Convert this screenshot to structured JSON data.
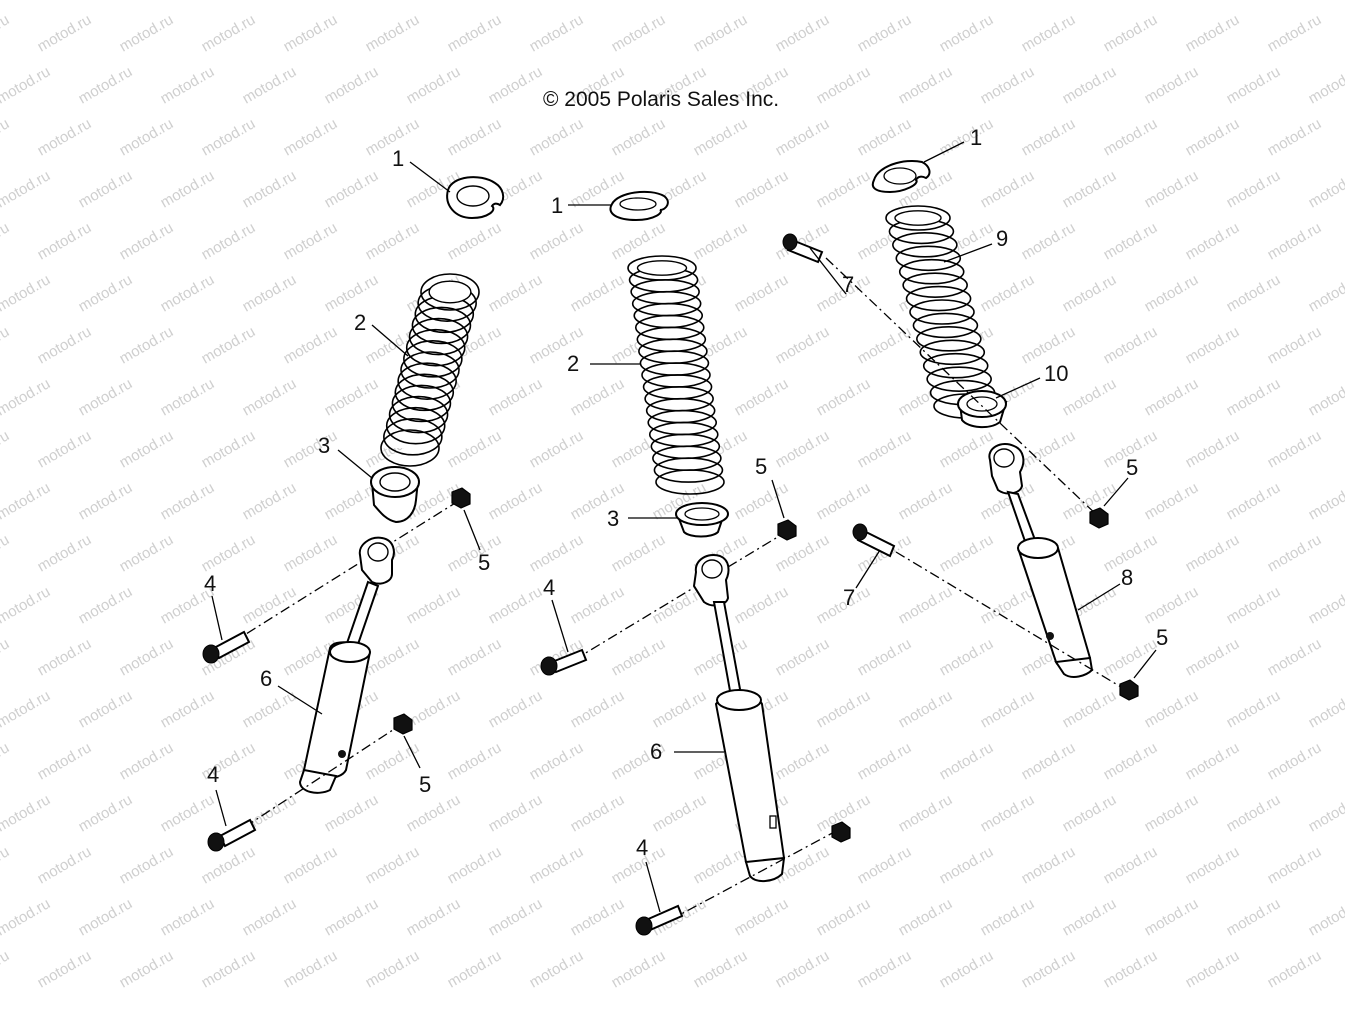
{
  "copyright": "© 2005 Polaris Sales Inc.",
  "watermark": {
    "text": "motod.ru",
    "color": "#cfcfcf"
  },
  "callouts": {
    "left_retainer": "1",
    "center_retainer": "1",
    "right_retainer": "1",
    "left_spring": "2",
    "center_spring": "2",
    "left_adjuster": "3",
    "center_adjuster": "3",
    "left_bolt_upper": "4",
    "left_bolt_lower": "4",
    "center_bolt_upper": "4",
    "center_bolt_lower": "4",
    "left_nut_upper": "5",
    "left_nut_lower": "5",
    "center_nut_upper": "5",
    "right_nut_upper": "5",
    "right_nut_lower": "5",
    "left_shock": "6",
    "center_shock": "6",
    "right_bolt_upper": "7",
    "right_bolt_lower": "7",
    "right_shock": "8",
    "right_spring": "9",
    "right_adjuster": "10"
  }
}
